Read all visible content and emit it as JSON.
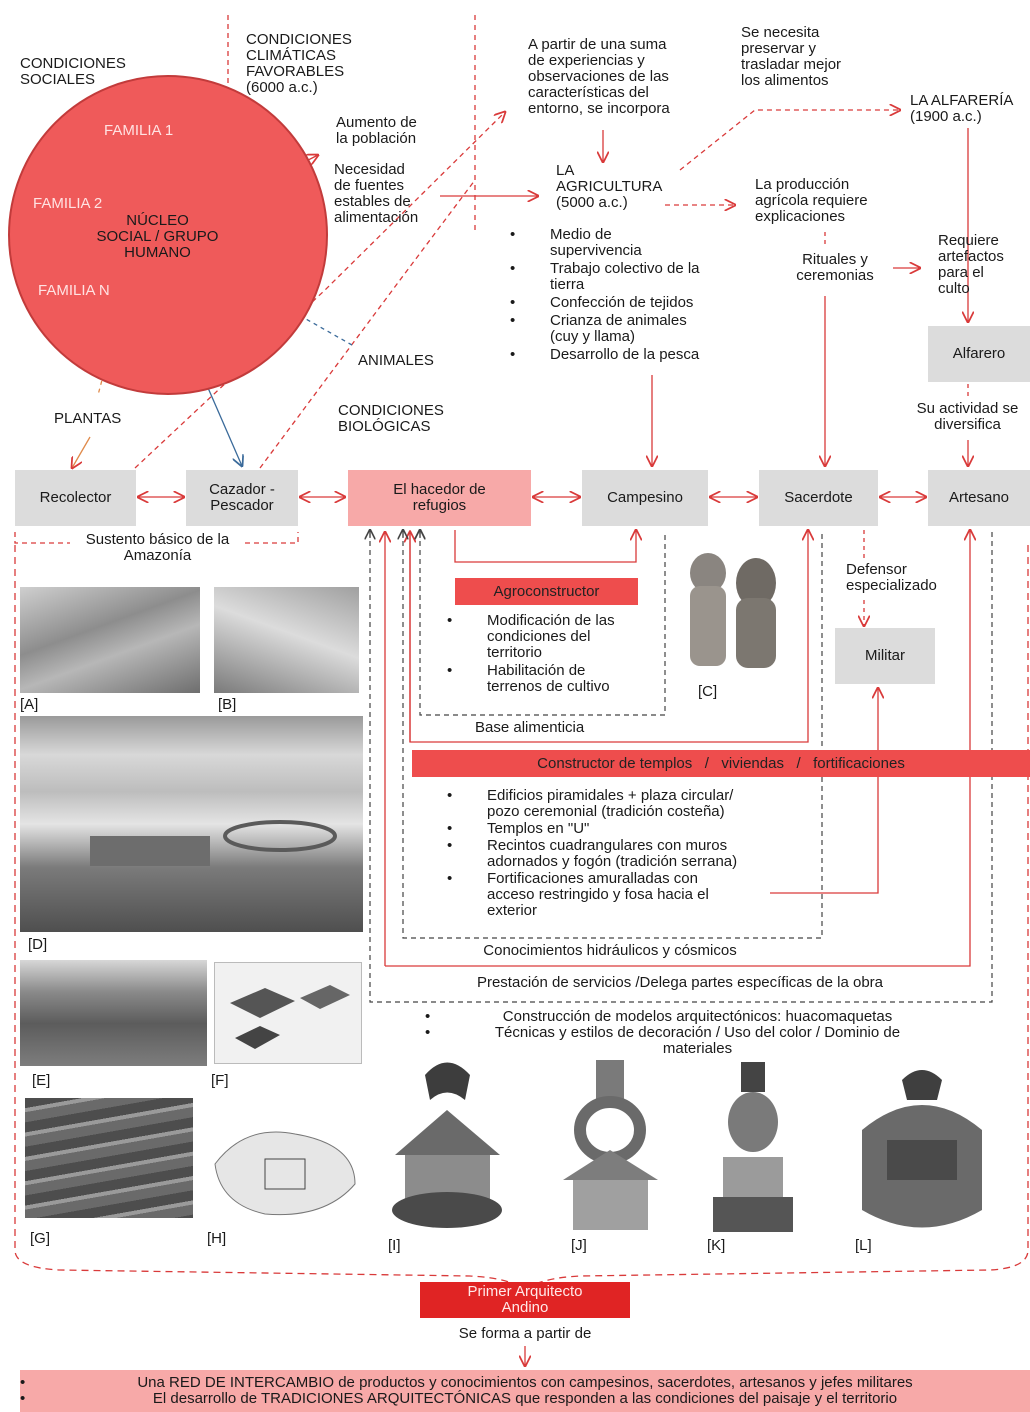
{
  "top": {
    "condiciones_sociales": "CONDICIONES\nSOCIALES",
    "condiciones_climaticas": "CONDICIONES\nCLIMÁTICAS\nFAVORABLES\n(6000 a.c.)",
    "aumento_poblacion": "Aumento de\nla población",
    "necesidad_fuentes": "Necesidad\nde fuentes\nestables de\nalimentación",
    "a_partir": "A partir de una suma\nde experiencias y\nobservaciones de las\ncaracterísticas del\nentorno, se incorpora",
    "se_necesita": "Se necesita\npreservar y\ntrasladar mejor\nlos alimentos",
    "alfareria": "LA ALFARERÍA\n(1900 a.c.)",
    "agricultura": "LA\nAGRICULTURA\n(5000 a.c.)",
    "produccion_agricola": "La producción\nagrícola requiere\nexplicaciones",
    "rituales": "Rituales y\nceremonias",
    "requiere_artefactos": "Requiere\nartefactos\npara el\nculto",
    "alfarero": "Alfarero",
    "su_actividad": "Su actividad se\ndiversifica",
    "animales": "ANIMALES",
    "plantas": "PLANTAS",
    "condiciones_biologicas": "CONDICIONES\nBIOLÓGICAS"
  },
  "circle": {
    "familia1": "FAMILIA 1",
    "familia2": "FAMILIA 2",
    "familian": "FAMILIA N",
    "nucleo": "NÚCLEO\nSOCIAL / GRUPO\nHUMANO"
  },
  "agri_list": [
    "Medio de\nsupervivencia",
    "Trabajo colectivo de la\ntierra",
    "Confección de tejidos",
    "Crianza de animales\n(cuy y llama)",
    "Desarrollo de la pesca"
  ],
  "roles": {
    "recolector": "Recolector",
    "cazador": "Cazador -\nPescador",
    "hacedor": "El hacedor de\nrefugios",
    "campesino": "Campesino",
    "sacerdote": "Sacerdote",
    "artesano": "Artesano",
    "militar": "Militar"
  },
  "middle": {
    "sustento": "Sustento básico de la\nAmazonía",
    "defensor": "Defensor\nespecializado",
    "agroconstructor": "Agroconstructor",
    "agro_list": [
      "Modificación de las\ncondiciones del\nterritorio",
      "Habilitación de\nterrenos de cultivo"
    ],
    "base_alimenticia": "Base alimenticia",
    "constructor": "Constructor de templos   /   viviendas   /   fortificaciones",
    "constructor_list": [
      "Edificios piramidales + plaza circular/\npozo ceremonial (tradición costeña)",
      "Templos en \"U\"",
      "Recintos cuadrangulares con muros\nadornados y fogón (tradición serrana)",
      "Fortificaciones amuralladas con\nacceso restringido y fosa hacia el\nexterior"
    ],
    "conocimientos": "Conocimientos hidráulicos y cósmicos",
    "prestacion": "Prestación de servicios /Delega partes específicas de la obra",
    "modelos_list": [
      "Construcción de modelos arquitectónicos: huacomaquetas",
      "Técnicas y estilos de decoración / Uso del color / Dominio de\nmateriales"
    ]
  },
  "photo_labels": {
    "a": "[A]",
    "b": "[B]",
    "c": "[C]",
    "d": "[D]",
    "e": "[E]",
    "f": "[F]",
    "g": "[G]",
    "h": "[H]",
    "i": "[I]",
    "j": "[J]",
    "k": "[K]",
    "l": "[L]"
  },
  "bottom": {
    "primer_arquitecto": "Primer Arquitecto\nAndino",
    "se_forma": "Se forma a partir de",
    "red_list": [
      "Una RED DE INTERCAMBIO de productos y conocimientos con campesinos, sacerdotes, artesanos y jefes militares",
      "El desarrollo de TRADICIONES ARQUITECTÓNICAS que responden a las condiciones del paisaje y el territorio"
    ]
  },
  "colors": {
    "accent": "#e8413f",
    "pink": "#f7a9a8",
    "gray": "#dcdcdc",
    "circle": "#ef5a5a"
  }
}
